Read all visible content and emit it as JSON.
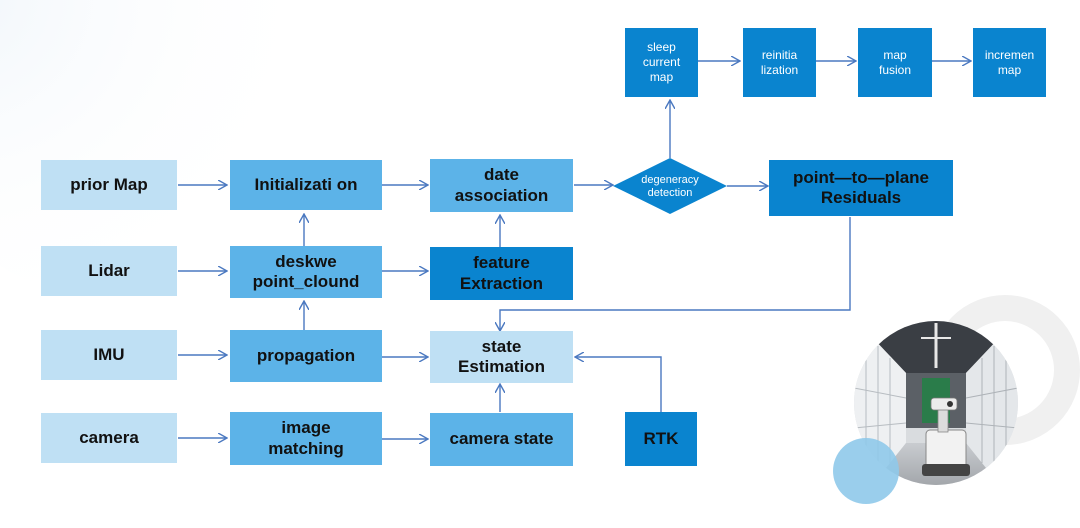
{
  "inputs": {
    "prior_map": "prior Map",
    "lidar": "Lidar",
    "imu": "IMU",
    "camera": "camera"
  },
  "processing": {
    "initialization": "Initializati on",
    "deskew": "deskwe\npoint_clound",
    "propagation": "propagation",
    "image_matching": "image\nmatching",
    "date_association": "date\nassociation",
    "feature_extraction": "feature\nExtraction",
    "state_estimation": "state\nEstimation",
    "camera_state": "camera state"
  },
  "degeneracy": "degeneracy\ndetection",
  "residuals": "point—to—plane\nResiduals",
  "rtk": "RTK",
  "map_pipeline": {
    "sleep_current_map": "sleep\ncurrent\nmap",
    "reinitialization": "reinitia\nlization",
    "map_fusion": "map\nfusion",
    "increment_map": "incremen\nmap"
  },
  "colors": {
    "light_box": "#bfe0f4",
    "mid_box": "#5cb3e8",
    "dark_box": "#0a84cf",
    "arrow": "#4a78c0"
  },
  "illustration": "robot-in-switchgear-room"
}
